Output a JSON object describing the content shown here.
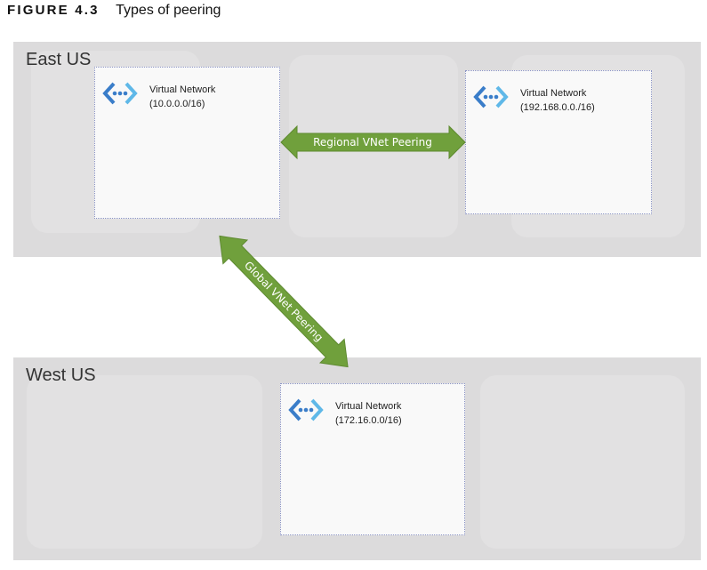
{
  "figure": {
    "number": "FIGURE 4.3",
    "caption": "Types of peering"
  },
  "regions": {
    "east": {
      "label": "East US"
    },
    "west": {
      "label": "West US"
    }
  },
  "vnets": {
    "east_a": {
      "title": "Virtual Network",
      "cidr": "(10.0.0.0/16)"
    },
    "east_b": {
      "title": "Virtual Network",
      "cidr": "(192.168.0.0./16)"
    },
    "west_a": {
      "title": "Virtual Network",
      "cidr": "(172.16.0.0/16)"
    }
  },
  "peerings": {
    "regional": {
      "label": "Regional VNet Peering"
    },
    "global": {
      "label": "Global VNet Peering"
    }
  },
  "colors": {
    "arrow": "#70a03c",
    "icon_blue": "#3a7dc9",
    "icon_light": "#5fb8e8",
    "region_bg": "#dcdbdc"
  },
  "icon": "virtual-network-icon"
}
